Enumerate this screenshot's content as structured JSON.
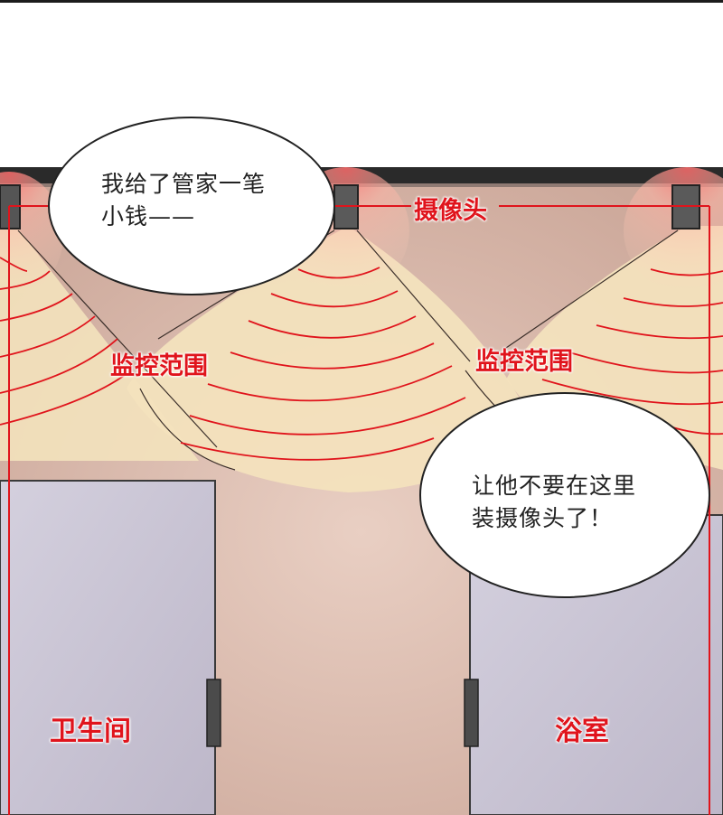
{
  "speech": {
    "top_left": {
      "line1": "我给了管家一笔",
      "line2": "小钱——"
    },
    "bottom_right": {
      "line1": "让他不要在这里",
      "line2": "装摄像头了！"
    }
  },
  "labels": {
    "camera": "摄像头",
    "monitor_range_left": "监控范围",
    "monitor_range_right": "监控范围",
    "bathroom": "卫生间",
    "shower_room": "浴室"
  },
  "colors": {
    "annotation_red": "#e0141c",
    "wall": "#d6b4a6",
    "door": "#c8c3d2",
    "ceiling_beam": "#2a2a2a",
    "coverage_fill": "#f3e2bd"
  },
  "icons": [
    "camera-icon",
    "door-hinge-icon"
  ]
}
